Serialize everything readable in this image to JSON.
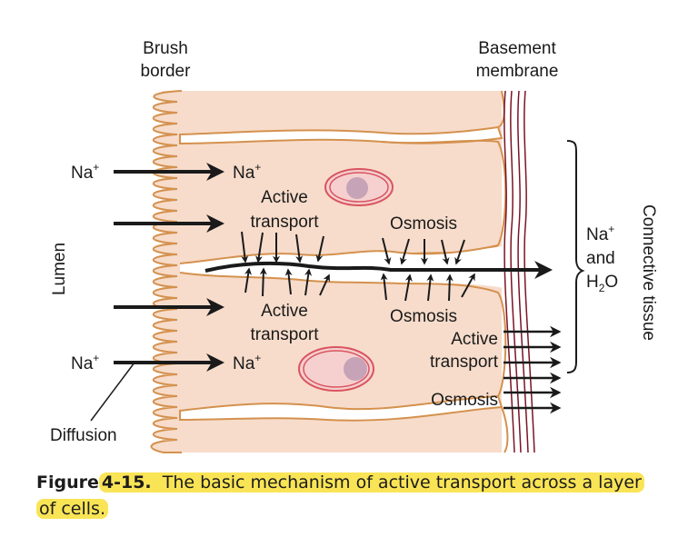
{
  "figure": {
    "labels": {
      "brush_border": [
        "Brush",
        "border"
      ],
      "basement_membrane": [
        "Basement",
        "membrane"
      ],
      "lumen": "Lumen",
      "connective_tissue": "Connective tissue",
      "na_left_top": "Na",
      "na_left_bottom": "Na",
      "na_cell_top": "Na",
      "na_cell_bottom": "Na",
      "plus": "+",
      "active_transport_top": [
        "Active",
        "transport"
      ],
      "active_transport_bottom": [
        "Active",
        "transport"
      ],
      "osmosis_top": "Osmosis",
      "osmosis_bottom": "Osmosis",
      "active_transport_right": [
        "Active",
        "transport"
      ],
      "osmosis_right": "Osmosis",
      "diffusion": "Diffusion",
      "na_and_h2o": {
        "na": "Na",
        "plus": "+",
        "and": "and",
        "h": "H",
        "two": "2",
        "o": "O"
      }
    },
    "colors": {
      "cytoplasm": "#f7dccb",
      "membrane": "#d4914e",
      "nucleus_ring": "#d9545f",
      "nucleus_fill": "#f5d0cf",
      "nucleolus": "#c6a3b6",
      "basement_lines": "#7a1425",
      "arrow": "#1a1a1a"
    }
  },
  "caption": {
    "figure_word": "Figure",
    "figure_number": "4-15.",
    "text_line1": "The basic mechanism of active transport across a layer",
    "text_line2": "of cells.",
    "highlight_color": "#f9e456"
  }
}
